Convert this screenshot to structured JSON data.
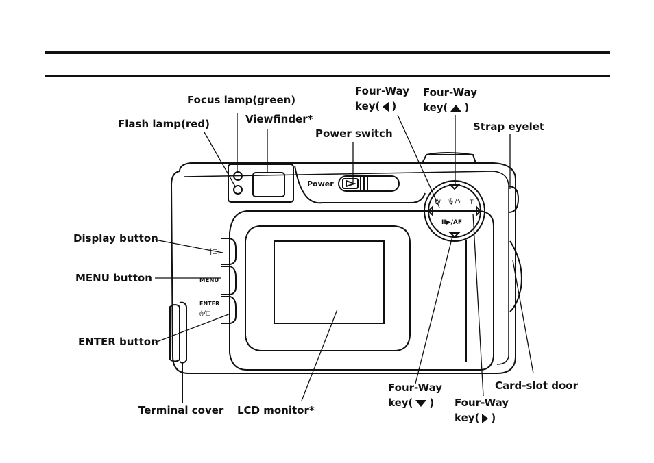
{
  "labels": {
    "focus_lamp": "Focus lamp(green)",
    "flash_lamp": "Flash lamp(red)",
    "viewfinder": "Viewfinder*",
    "power_switch": "Power switch",
    "fourway_left_line1": "Four-Way",
    "fourway_left_line2a": "key(",
    "fourway_left_line2b": ")",
    "fourway_up_line1": "Four-Way",
    "fourway_up_line2a": "key(",
    "fourway_up_line2b": ")",
    "strap_eyelet": "Strap eyelet",
    "display_button": "Display button",
    "menu_button": "MENU button",
    "enter_button": "ENTER button",
    "terminal_cover": "Terminal cover",
    "lcd_monitor": "LCD monitor*",
    "fourway_down_line1": "Four-Way",
    "fourway_down_line2a": "key(",
    "fourway_down_line2b": ")",
    "fourway_right_line1": "Four-Way",
    "fourway_right_line2a": "key(",
    "fourway_right_line2b": ")",
    "card_slot_door": "Card-slot door"
  },
  "camera_text": {
    "power": "Power",
    "menu": "MENU",
    "enter": "ENTER",
    "display_symbol": "|◻|",
    "timer_symbol": "ტ/◻",
    "dial_w": "W",
    "dial_t": "T",
    "dial_top": "🎙/ϟ",
    "dial_af": "II▶/AF"
  },
  "icons": {
    "left": "triangle-left-icon",
    "up": "triangle-up-icon",
    "down": "triangle-down-icon",
    "right": "triangle-right-icon"
  }
}
